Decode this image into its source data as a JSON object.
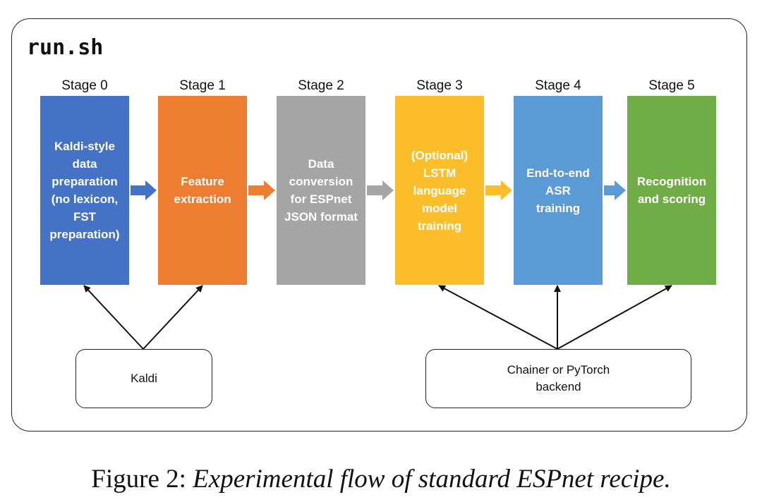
{
  "script_name": "run.sh",
  "stages": [
    {
      "label": "Stage 0",
      "text": "Kaldi-style\ndata\npreparation\n(no lexicon,\nFST\npreparation)",
      "color": "#4472c4",
      "arrow_color": "#4472c4"
    },
    {
      "label": "Stage 1",
      "text": "Feature\nextraction",
      "color": "#ed7d31",
      "arrow_color": "#ed7d31"
    },
    {
      "label": "Stage 2",
      "text": "Data\nconversion\nfor ESPnet\nJSON format",
      "color": "#a5a5a5",
      "arrow_color": "#a5a5a5"
    },
    {
      "label": "Stage 3",
      "text": "(Optional)\nLSTM\nlanguage\nmodel\ntraining",
      "color": "#fdbe2c",
      "arrow_color": "#fdbe2c"
    },
    {
      "label": "Stage 4",
      "text": "End-to-end\nASR\ntraining",
      "color": "#5b9bd5",
      "arrow_color": "#5b9bd5"
    },
    {
      "label": "Stage 5",
      "text": "Recognition\nand scoring",
      "color": "#70ad47"
    }
  ],
  "tools": [
    {
      "text": "Kaldi",
      "feeds": [
        "Stage 0",
        "Stage 1"
      ]
    },
    {
      "text": "Chainer or PyTorch\nbackend",
      "feeds": [
        "Stage 3",
        "Stage 4",
        "Stage 5"
      ]
    }
  ],
  "caption": {
    "prefix": "Figure 2: ",
    "text": "Experimental flow of standard ESPnet recipe."
  }
}
